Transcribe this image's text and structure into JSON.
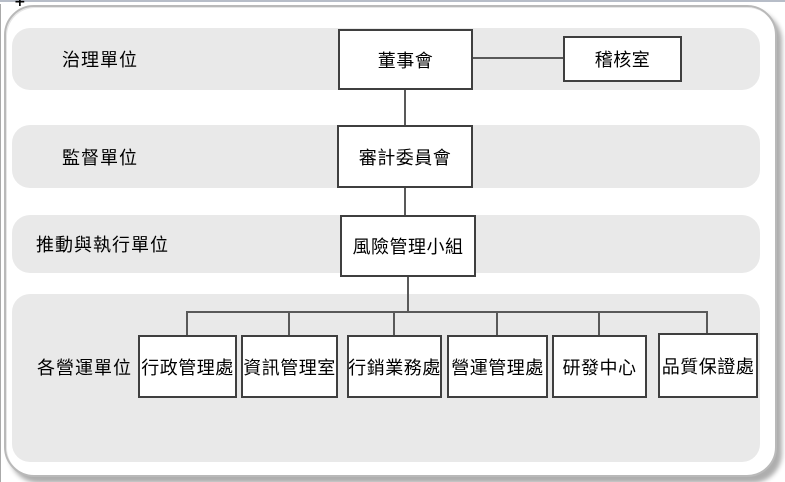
{
  "page": {
    "marker_glyph": "+",
    "background": "#ffffff",
    "top_line_color": "#b7bdc8"
  },
  "colors": {
    "band_fill": "#e9e9e9",
    "box_fill": "#ffffff",
    "box_border": "#3f3f3f",
    "connector": "#595959",
    "frame_border": "#b9b9b9",
    "text": "#000000"
  },
  "diagram": {
    "type": "org-chart",
    "lanes": [
      {
        "id": "governance",
        "label": "治理單位"
      },
      {
        "id": "supervision",
        "label": "監督單位"
      },
      {
        "id": "execution",
        "label": "推動與執行單位"
      },
      {
        "id": "operations",
        "label": "各營運單位"
      }
    ],
    "nodes": [
      {
        "id": "board",
        "lane": "governance",
        "label": "董事會"
      },
      {
        "id": "audit-office",
        "lane": "governance",
        "label": "稽核室"
      },
      {
        "id": "audit-committee",
        "lane": "supervision",
        "label": "審計委員會"
      },
      {
        "id": "risk-team",
        "lane": "execution",
        "label": "風險管理小組"
      },
      {
        "id": "admin",
        "lane": "operations",
        "label": "行政管理處"
      },
      {
        "id": "it",
        "lane": "operations",
        "label": "資訊管理室"
      },
      {
        "id": "marketing",
        "lane": "operations",
        "label": "行銷業務處"
      },
      {
        "id": "ops",
        "lane": "operations",
        "label": "營運管理處"
      },
      {
        "id": "rd",
        "lane": "operations",
        "label": "研發中心"
      },
      {
        "id": "qa",
        "lane": "operations",
        "label": "品質保證處"
      }
    ],
    "edges": [
      {
        "from": "board",
        "to": "audit-office"
      },
      {
        "from": "board",
        "to": "audit-committee"
      },
      {
        "from": "audit-committee",
        "to": "risk-team"
      },
      {
        "from": "risk-team",
        "to": "admin"
      },
      {
        "from": "risk-team",
        "to": "it"
      },
      {
        "from": "risk-team",
        "to": "marketing"
      },
      {
        "from": "risk-team",
        "to": "ops"
      },
      {
        "from": "risk-team",
        "to": "rd"
      },
      {
        "from": "risk-team",
        "to": "qa"
      }
    ]
  }
}
